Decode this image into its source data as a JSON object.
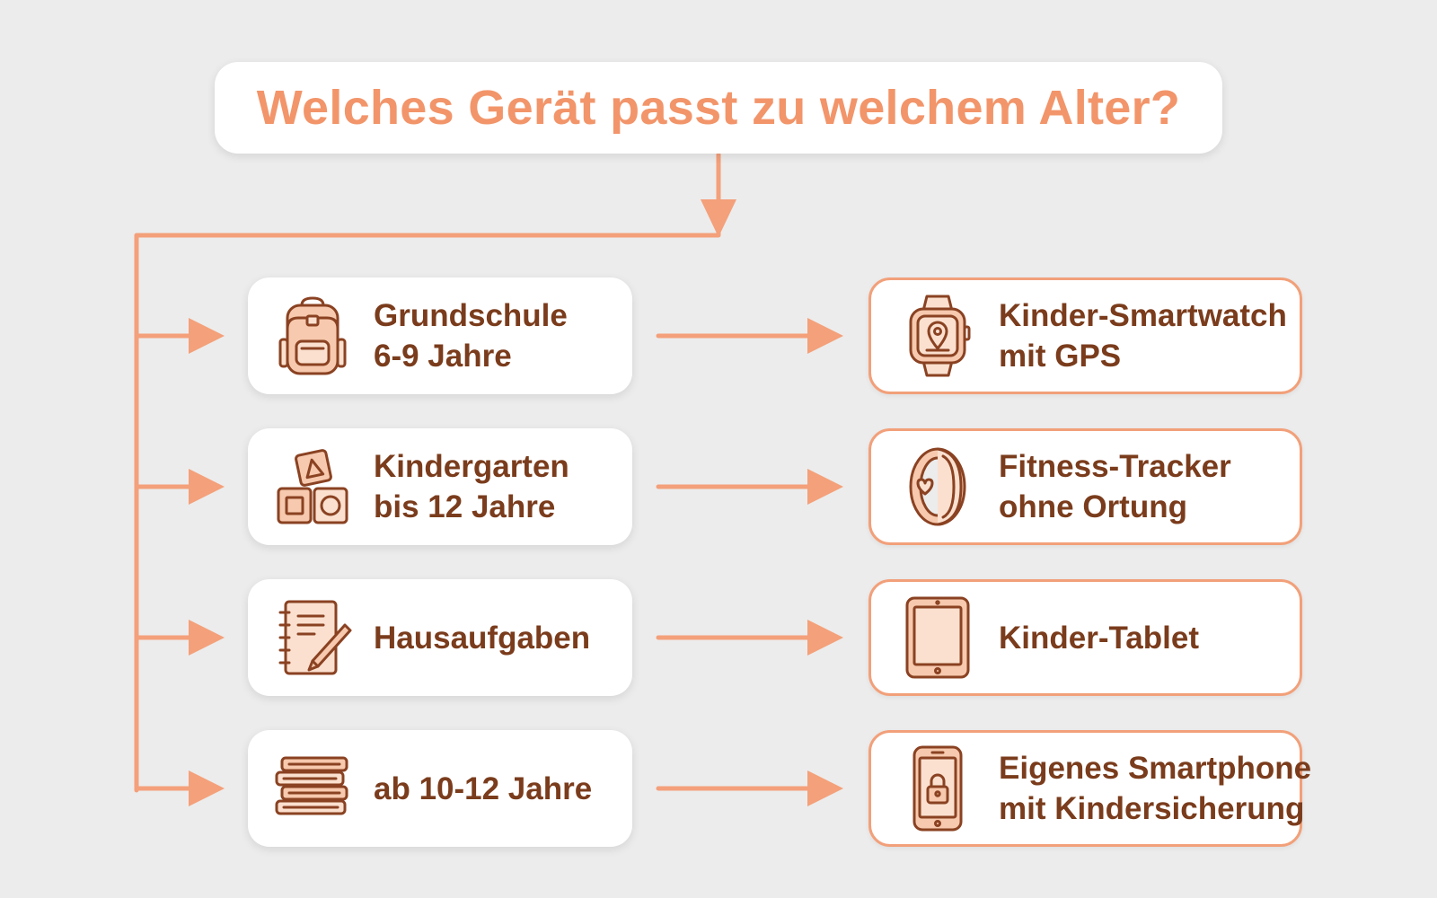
{
  "title": "Welches Gerät passt zu welchem Alter?",
  "colors": {
    "background": "#ececec",
    "accent": "#f2956a",
    "text": "#7a3c1c",
    "card": "#ffffff"
  },
  "rows": [
    {
      "age": {
        "line1": "Grundschule",
        "line2": "6-9 Jahre",
        "icon": "backpack-icon"
      },
      "device": {
        "line1": "Kinder-Smartwatch",
        "line2": "mit GPS",
        "icon": "smartwatch-gps-icon"
      }
    },
    {
      "age": {
        "line1": "Kindergarten",
        "line2": "bis 12 Jahre",
        "icon": "toy-blocks-icon"
      },
      "device": {
        "line1": "Fitness-Tracker",
        "line2": "ohne Ortung",
        "icon": "fitness-band-icon"
      }
    },
    {
      "age": {
        "line1": "Hausaufgaben",
        "line2": "",
        "icon": "notebook-pencil-icon"
      },
      "device": {
        "line1": "Kinder-Tablet",
        "line2": "",
        "icon": "tablet-icon"
      }
    },
    {
      "age": {
        "line1": "ab 10-12 Jahre",
        "line2": "",
        "icon": "book-stack-icon"
      },
      "device": {
        "line1": "Eigenes Smartphone",
        "line2": "mit Kindersicherung",
        "icon": "smartphone-lock-icon"
      }
    }
  ]
}
